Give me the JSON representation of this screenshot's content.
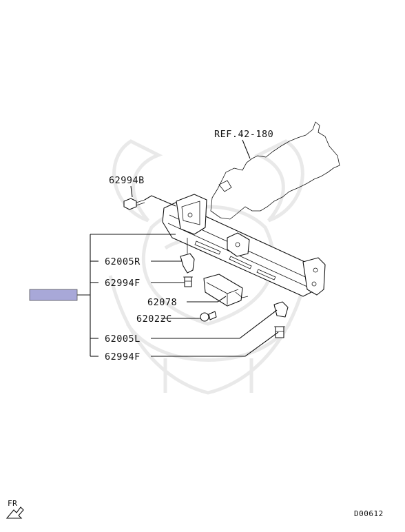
{
  "diagram": {
    "ref_label": "REF.42-180",
    "callouts": {
      "bolt_top": "62994B",
      "bracket_r": "62005R",
      "bolt_f_upper": "62994F",
      "module": "62078",
      "clip": "62022C",
      "bracket_l": "62005L",
      "bolt_f_lower": "62994F"
    },
    "direction_label": "FR",
    "diagram_code": "D00612",
    "assembly_box_color": "#a8a8d8"
  }
}
